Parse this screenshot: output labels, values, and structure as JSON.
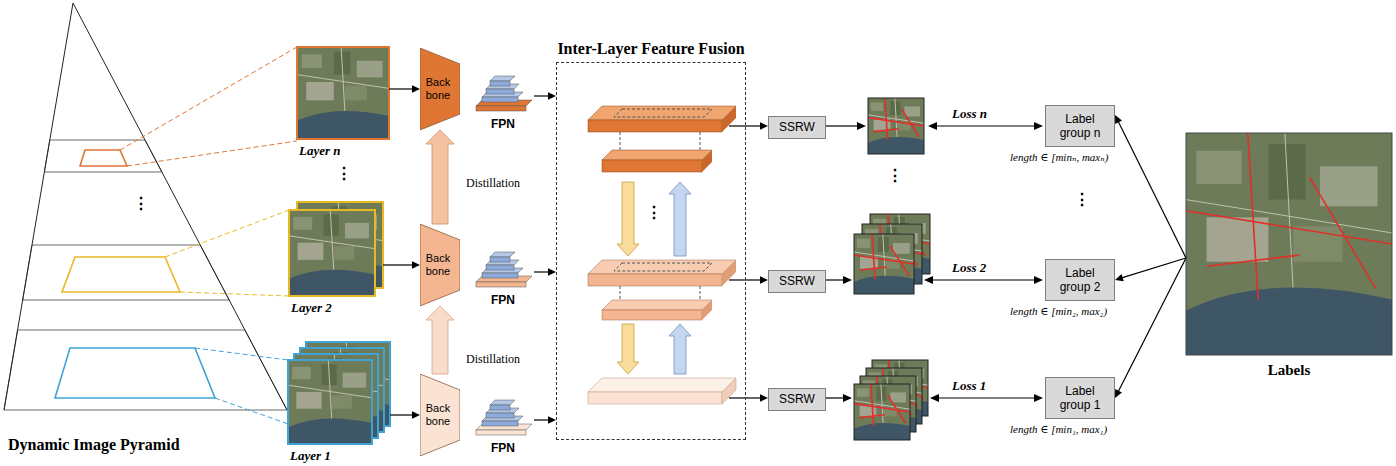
{
  "diagram": {
    "nodes": [
      {
        "text": [
          "Layer n"
        ]
      },
      {
        "text": [
          "Layer 2"
        ]
      },
      {
        "text": [
          "Layer 1"
        ]
      },
      {
        "text": [
          "Back bone"
        ]
      },
      {
        "text": [
          "Back bone"
        ]
      },
      {
        "text": [
          "Back bone"
        ]
      },
      {
        "text": [
          "FPN"
        ]
      },
      {
        "text": [
          "FPN"
        ]
      },
      {
        "text": [
          "FPN"
        ]
      },
      {
        "text": [
          "Inter-Layer Feature Fusion"
        ]
      },
      {
        "text": [
          "SSRW"
        ]
      },
      {
        "text": [
          "SSRW"
        ]
      },
      {
        "text": [
          "SSRW"
        ]
      },
      {
        "text": [
          "Label group n"
        ]
      },
      {
        "text": [
          "Label group 2"
        ]
      },
      {
        "text": [
          "Label group 1"
        ]
      },
      {
        "text": [
          "Labels"
        ]
      }
    ],
    "edges": [
      {
        "from": 0,
        "to": 3,
        "arrow": "to"
      },
      {
        "from": 1,
        "to": 4,
        "arrow": "to"
      },
      {
        "from": 2,
        "to": 5,
        "arrow": "to"
      },
      {
        "from": 5,
        "to": 4,
        "label": "Distillation",
        "arrow": "to"
      },
      {
        "from": 4,
        "to": 3,
        "label": "Distillation",
        "arrow": "to"
      },
      {
        "from": 6,
        "to": 9,
        "arrow": "to"
      },
      {
        "from": 7,
        "to": 9,
        "arrow": "to"
      },
      {
        "from": 8,
        "to": 9,
        "arrow": "to"
      },
      {
        "from": 9,
        "to": 10,
        "arrow": "to"
      },
      {
        "from": 9,
        "to": 11,
        "arrow": "to"
      },
      {
        "from": 9,
        "to": 12,
        "arrow": "to"
      },
      {
        "from": 16,
        "to": 13,
        "arrow": "to"
      },
      {
        "from": 16,
        "to": 14,
        "arrow": "to"
      },
      {
        "from": 16,
        "to": 15,
        "arrow": "to"
      }
    ],
    "labels": [
      "Dynamic Image Pyramid",
      "⋮",
      "⋮",
      "⋮",
      "⋮",
      "⋮",
      "Loss n",
      "Loss 2",
      "Loss 1",
      "length ∈ [minₙ, maxₙ)",
      "length ∈ [min₂, max₂)",
      "length ∈ [min₁, max₁)"
    ]
  }
}
